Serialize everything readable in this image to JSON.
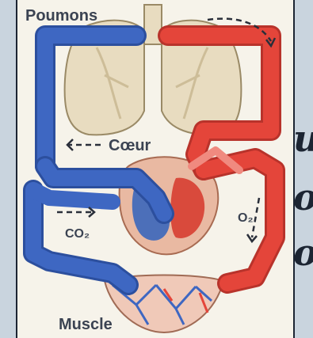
{
  "diagram": {
    "labels": {
      "lungs": "Poumons",
      "heart": "Cœur",
      "muscle": "Muscle",
      "co2": "CO₂",
      "o2": "O₂"
    },
    "colors": {
      "oxygenated": "#e4453a",
      "deoxygenated": "#3e67c2",
      "lungs": "#e8dcc0",
      "heart": "#e9b9a2"
    }
  },
  "background_text": {
    "fragments": [
      "u",
      "o",
      "o"
    ]
  }
}
